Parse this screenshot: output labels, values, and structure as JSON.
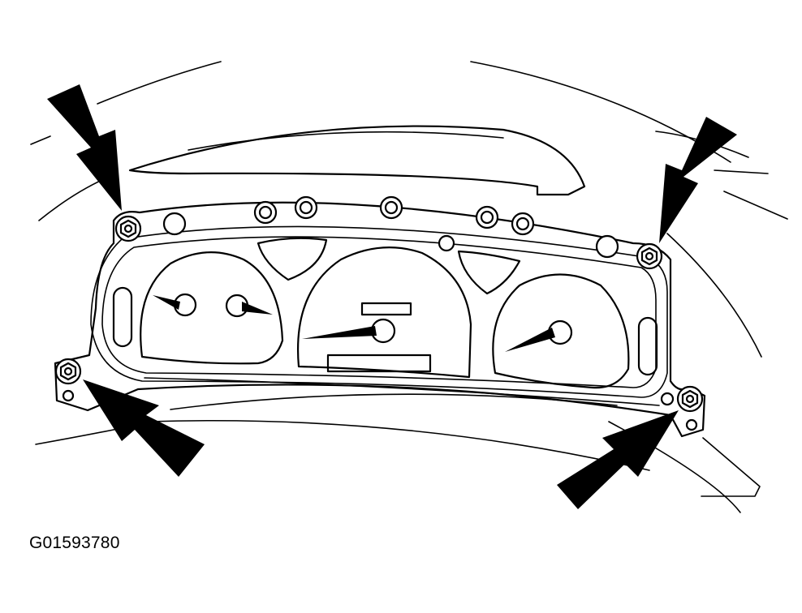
{
  "figure": {
    "id": "G01593780"
  },
  "colors": {
    "line": "#000000",
    "background": "#ffffff"
  },
  "callouts": [
    {
      "name": "arrow-top-left",
      "points_to": "screw-top-left"
    },
    {
      "name": "arrow-top-right",
      "points_to": "screw-top-right"
    },
    {
      "name": "arrow-bottom-left",
      "points_to": "screw-bottom-left"
    },
    {
      "name": "arrow-bottom-right",
      "points_to": "screw-bottom-right"
    }
  ]
}
